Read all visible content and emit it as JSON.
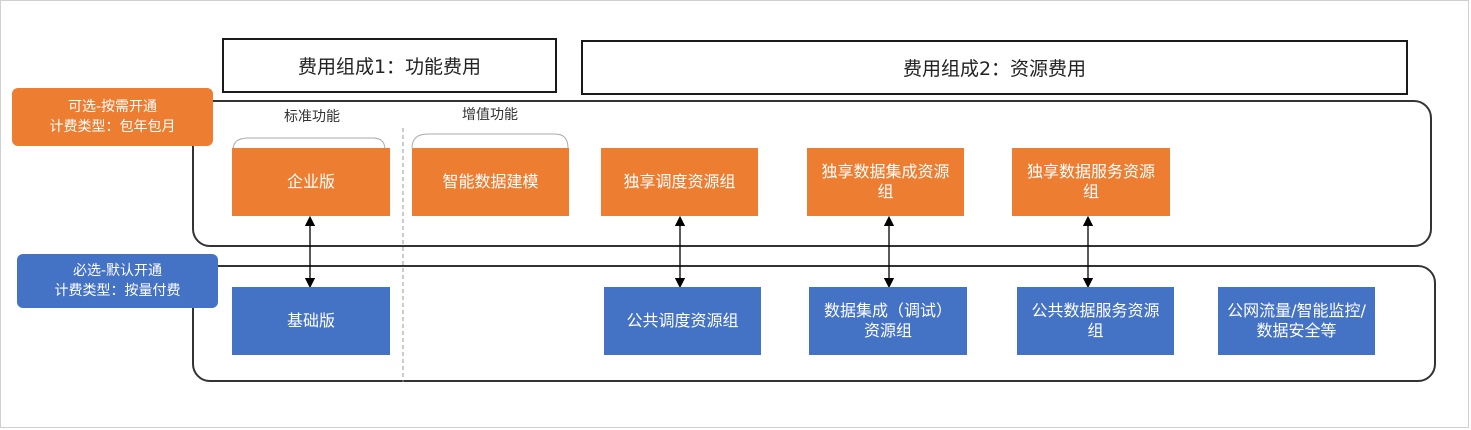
{
  "headers": {
    "function_fee": "费用组成1：功能费用",
    "resource_fee": "费用组成2：资源费用"
  },
  "tags": {
    "optional": {
      "line1": "可选-按需开通",
      "line2": "计费类型：包年包月"
    },
    "required": {
      "line1": "必选-默认开通",
      "line2": "计费类型：按量付费"
    }
  },
  "labels": {
    "standard": "标准功能",
    "value_added": "增值功能"
  },
  "optional_boxes": [
    "企业版",
    "智能数据建模",
    "独享调度资源组",
    "独享数据集成资源组",
    "独享数据服务资源组"
  ],
  "required_boxes": [
    "基础版",
    "公共调度资源组",
    "数据集成（调试）资源组",
    "公共数据服务资源组",
    "公网流量/智能监控/数据安全等"
  ],
  "colors": {
    "optional": "#ed7d31",
    "required": "#4472c4",
    "border": "#333333"
  }
}
